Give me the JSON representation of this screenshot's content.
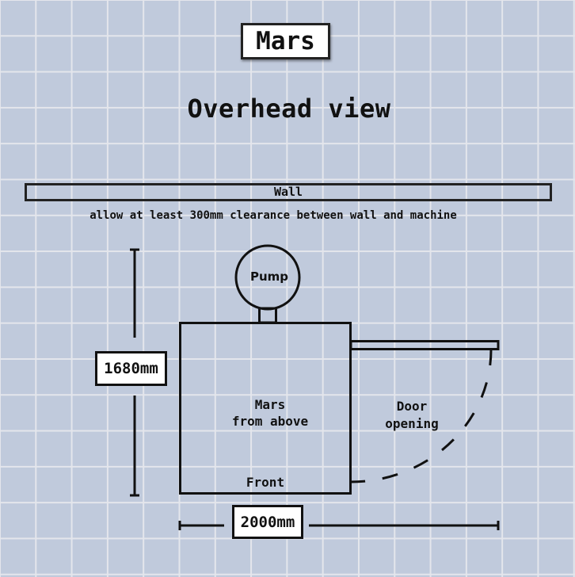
{
  "header": {
    "title": "Mars",
    "subtitle": "Overhead view"
  },
  "wall": {
    "label": "Wall",
    "note": "allow at least 300mm clearance between wall and machine"
  },
  "machine": {
    "pump_label": "Pump",
    "body_label_line1": "Mars",
    "body_label_line2": "from above",
    "front_label": "Front"
  },
  "door": {
    "label_line1": "Door",
    "label_line2": "opening"
  },
  "dimensions": {
    "depth": "1680mm",
    "width": "2000mm"
  },
  "colors": {
    "background": "#c0cadc",
    "grid": "#e4e6ec",
    "stroke": "#111111",
    "label_fill": "#ffffff"
  }
}
